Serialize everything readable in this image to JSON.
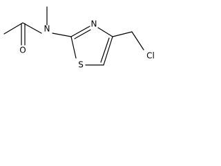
{
  "structure": {
    "atoms": {
      "O": "O",
      "N_amide": "N",
      "N_ring": "N",
      "S_ring": "S",
      "Cl": "Cl"
    },
    "colors": {
      "bond": "#000000",
      "label": "#000000",
      "background": "#ffffff"
    }
  }
}
